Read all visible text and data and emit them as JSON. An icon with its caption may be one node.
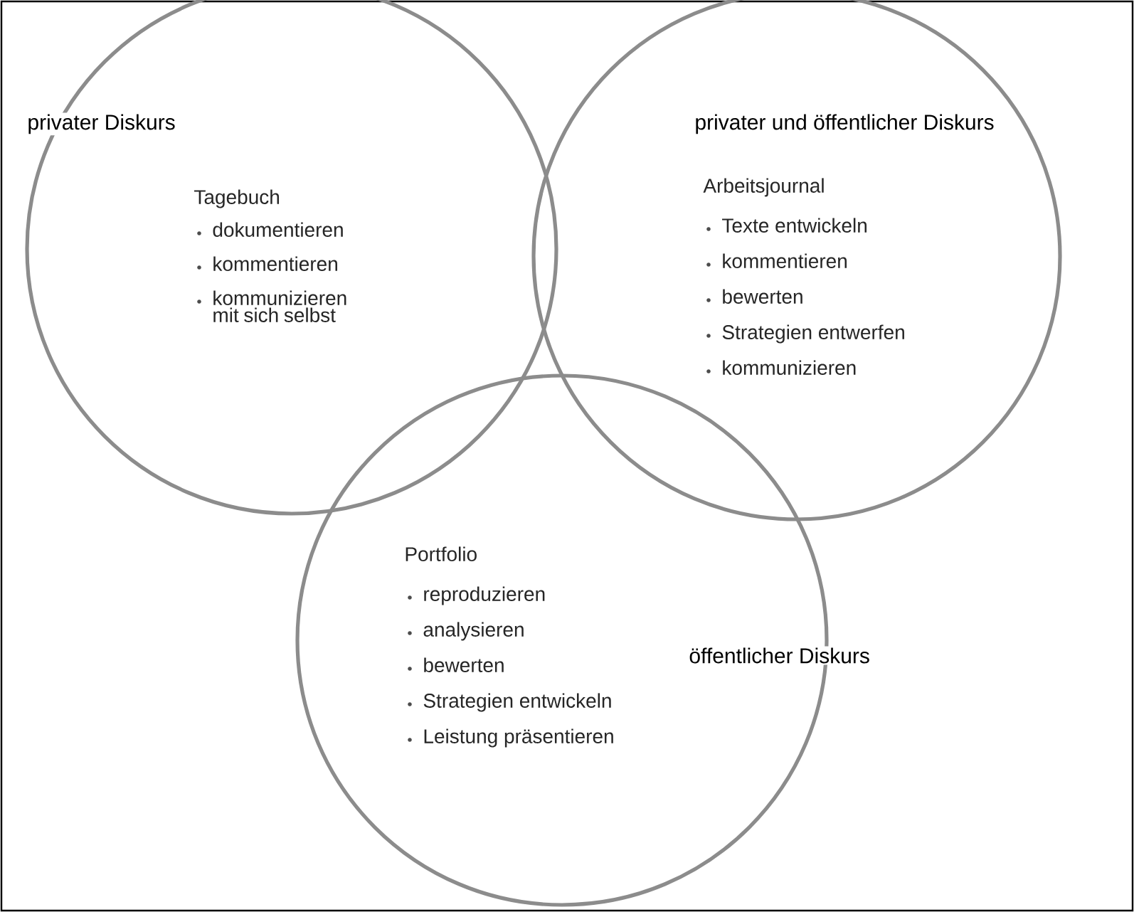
{
  "diagram": {
    "nodes": [
      {
        "text": [
          "privater Diskurs",
          "Tagebuch",
          "dokumentieren",
          "kommentieren",
          "kommunizieren mit sich selbst"
        ]
      },
      {
        "text": [
          "privater und öffentlicher Diskurs",
          "Arbeitsjournal",
          "Texte entwickeln",
          "kommentieren",
          "bewerten",
          "Strategien entwerfen",
          "kommunizieren"
        ]
      },
      {
        "text": [
          "Portfolio",
          "reproduzieren",
          "analysieren",
          "bewerten",
          "Strategien entwickeln",
          "Leistung präsentieren",
          "öffentlicher Diskurs"
        ]
      }
    ]
  }
}
